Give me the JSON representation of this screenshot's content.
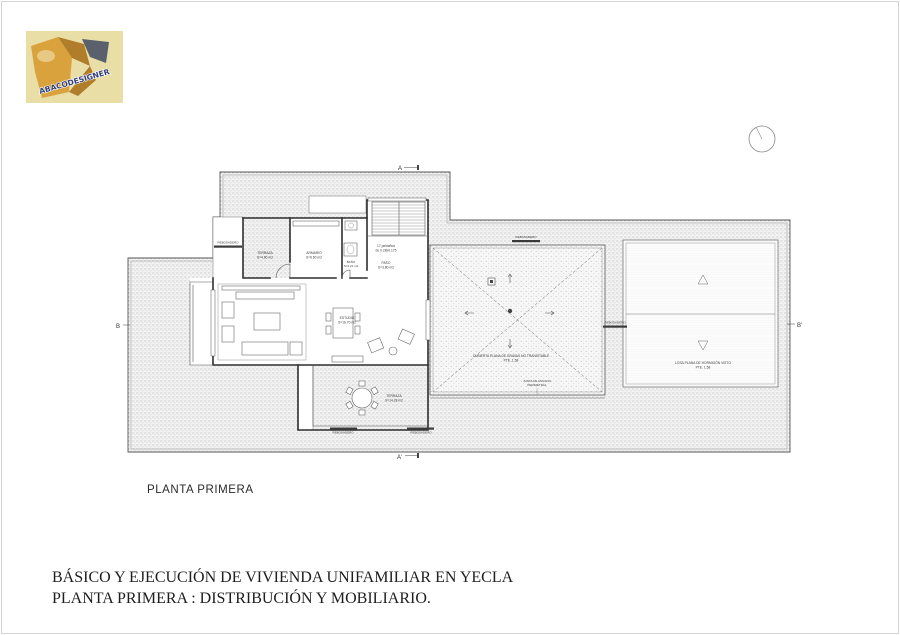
{
  "logo": {
    "text": "ABACODESIGNER",
    "colors": {
      "background": "#e8dea6",
      "gold": "#d9a23c",
      "gold_dark": "#b07d2a",
      "slate": "#5a616c",
      "text": "#2f3d7a"
    }
  },
  "compass": {
    "icon": "north-arrow-icon"
  },
  "section_marks": {
    "a_top": "A",
    "a_bottom": "A'",
    "b_left": "B",
    "b_right": "B'"
  },
  "plan": {
    "rooms": [
      {
        "name": "TERRAZA",
        "area": "S=4.80 m2"
      },
      {
        "name": "ARMARIO",
        "area": "S=6.60 m2"
      },
      {
        "name": "BAÑO",
        "area": "S=2.21 m2"
      },
      {
        "name": "PASO",
        "area": "S=3.80 m2"
      },
      {
        "name": "ESTUDIO",
        "area": "S=16.70 m2"
      },
      {
        "name": "TERRAZA",
        "area": "S=14.28 m2"
      }
    ],
    "stairs": {
      "line1": "17 peldaños",
      "line2": "de 0.28x0.175"
    },
    "overflows": [
      "REBOSADERO",
      "REBOSADERO",
      "REBOSADERO",
      "REBOSADERO",
      "REBOSADERO"
    ],
    "gravel_roof": {
      "line1": "CUBIERTA PLANA DE GRAVAS NO TRANSITABLE",
      "line2": "PTE. 1.58"
    },
    "expansion_joint": {
      "line1": "JUNTA DILATACION",
      "line2": "PERIMETRAL"
    },
    "concrete_slab": {
      "line1": "LOSA PLANA DE HORMIGÓN VISTO",
      "line2": "PTE. 1.58"
    }
  },
  "drawing_label": "PLANTA PRIMERA",
  "title": {
    "line1": "BÁSICO Y EJECUCIÓN DE VIVIENDA UNIFAMILIAR EN YECLA",
    "line2": "PLANTA PRIMERA : DISTRIBUCIÓN Y MOBILIARIO."
  },
  "colors": {
    "ink": "#2e2e2e",
    "hatch": "#a6a6a6",
    "page_frame": "#d4d4d4"
  }
}
